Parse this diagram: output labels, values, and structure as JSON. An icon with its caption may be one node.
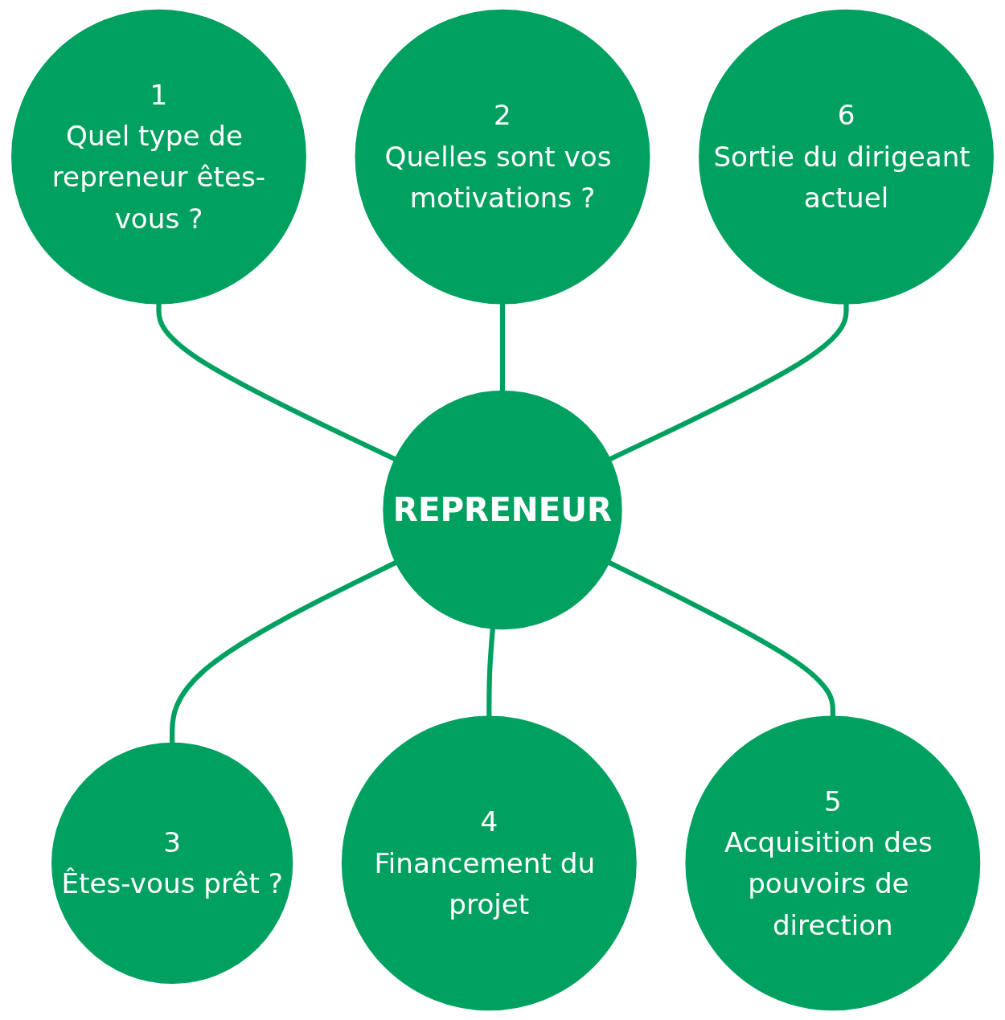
{
  "diagram": {
    "nodes": [
      {
        "text": [
          "REPRENEUR"
        ]
      },
      {
        "text": [
          "1",
          "Quel type de repreneur êtes-vous ?"
        ]
      },
      {
        "text": [
          "2",
          "Quelles sont vos motivations ?"
        ]
      },
      {
        "text": [
          "3",
          "Êtes-vous prêt ?"
        ]
      },
      {
        "text": [
          "4",
          "Financement du projet"
        ]
      },
      {
        "text": [
          "5",
          "Acquisition des pouvoirs de direction"
        ]
      },
      {
        "text": [
          "6",
          "Sortie du dirigeant actuel"
        ]
      }
    ],
    "edges": [
      {
        "from": 0,
        "to": 1,
        "arrow": "none"
      },
      {
        "from": 0,
        "to": 2,
        "arrow": "none"
      },
      {
        "from": 0,
        "to": 3,
        "arrow": "none"
      },
      {
        "from": 0,
        "to": 4,
        "arrow": "none"
      },
      {
        "from": 0,
        "to": 5,
        "arrow": "none"
      },
      {
        "from": 0,
        "to": 6,
        "arrow": "none"
      }
    ]
  }
}
